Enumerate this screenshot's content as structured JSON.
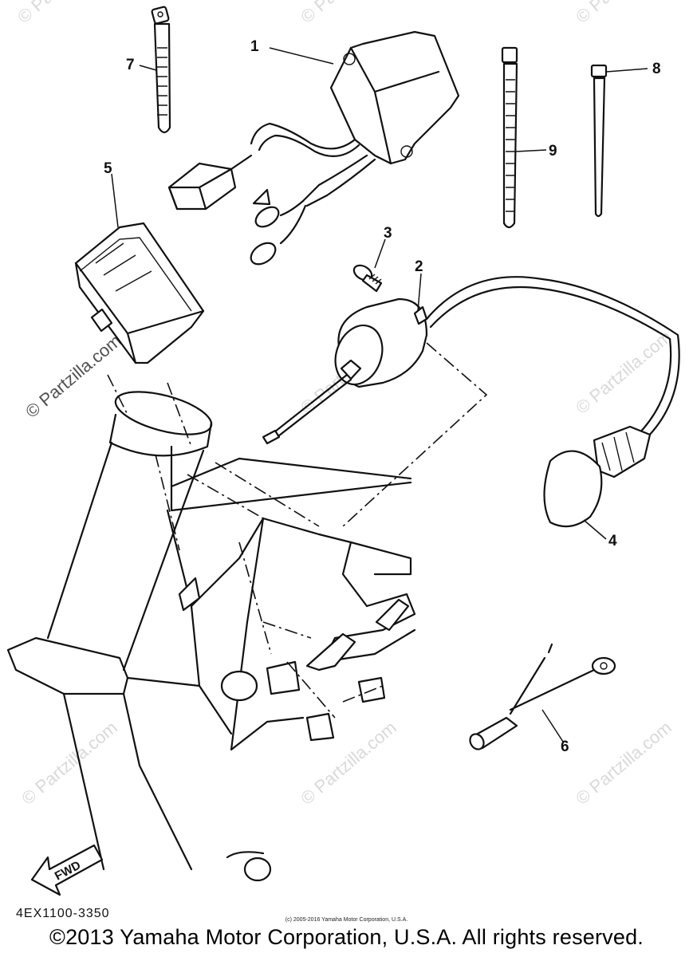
{
  "callouts": [
    "1",
    "2",
    "3",
    "4",
    "5",
    "6",
    "7",
    "8",
    "9"
  ],
  "watermark": "© Partzilla.com",
  "fwd_label": "FWD",
  "diagram_code": "4EX1100-3350",
  "small_credit": "(c) 2005-2016 Yamaha Motor Corporation, U.S.A.",
  "copyright": "©2013 Yamaha Motor Corporation, U.S.A. All rights reserved."
}
